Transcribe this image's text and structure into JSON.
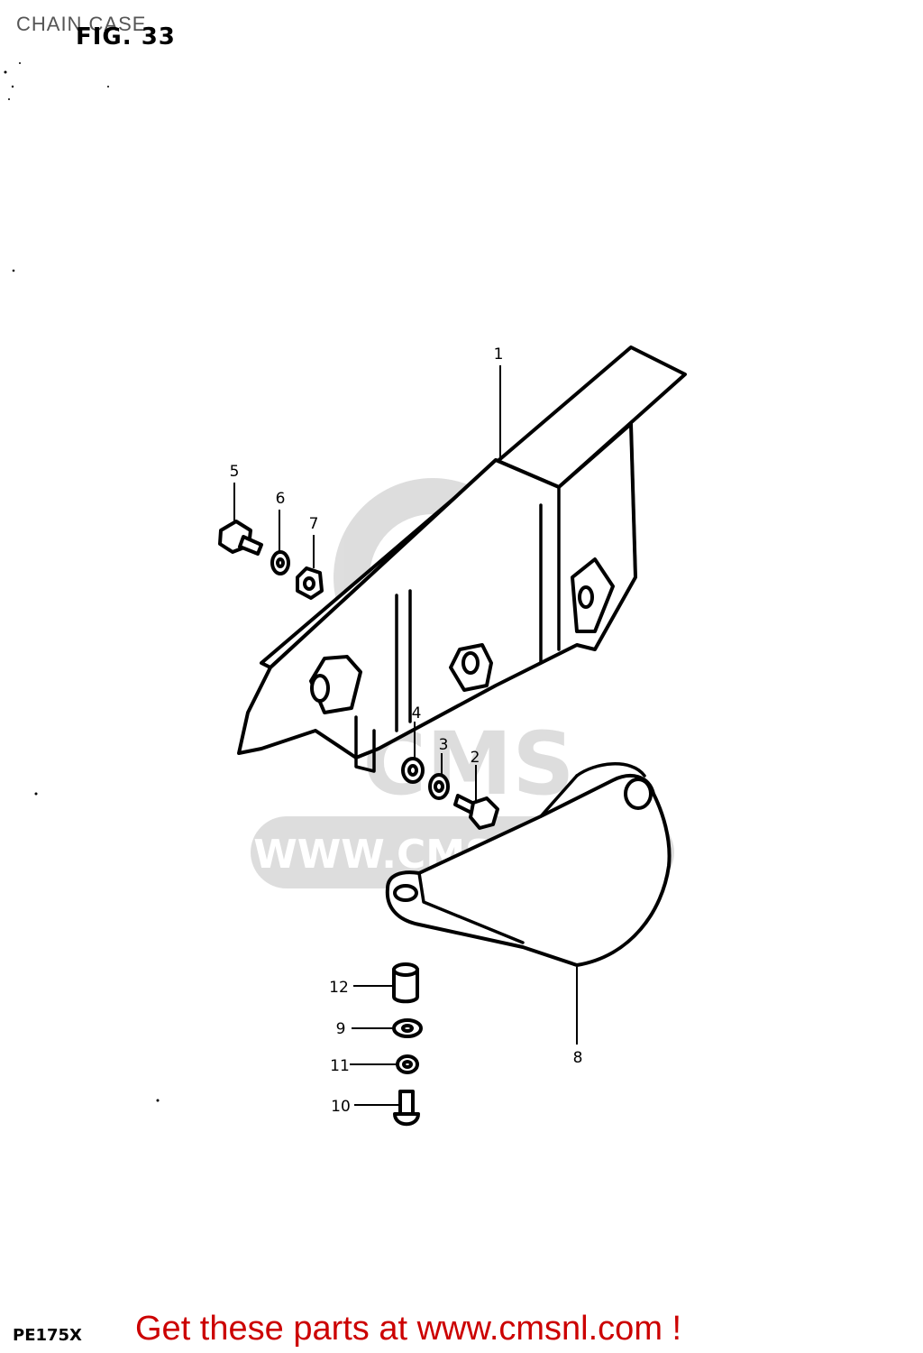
{
  "header": {
    "title": "CHAIN CASE",
    "fig_number": "FIG. 33"
  },
  "footer": {
    "model": "PE175X",
    "banner": "Get these parts at www.cmsnl.com !",
    "banner_color": "#cc0000"
  },
  "watermark": {
    "logo": "CMS",
    "url": "WWW.CMSNL.COM"
  },
  "callouts": [
    "1",
    "2",
    "3",
    "4",
    "5",
    "6",
    "7",
    "8",
    "9",
    "10",
    "11",
    "12"
  ]
}
